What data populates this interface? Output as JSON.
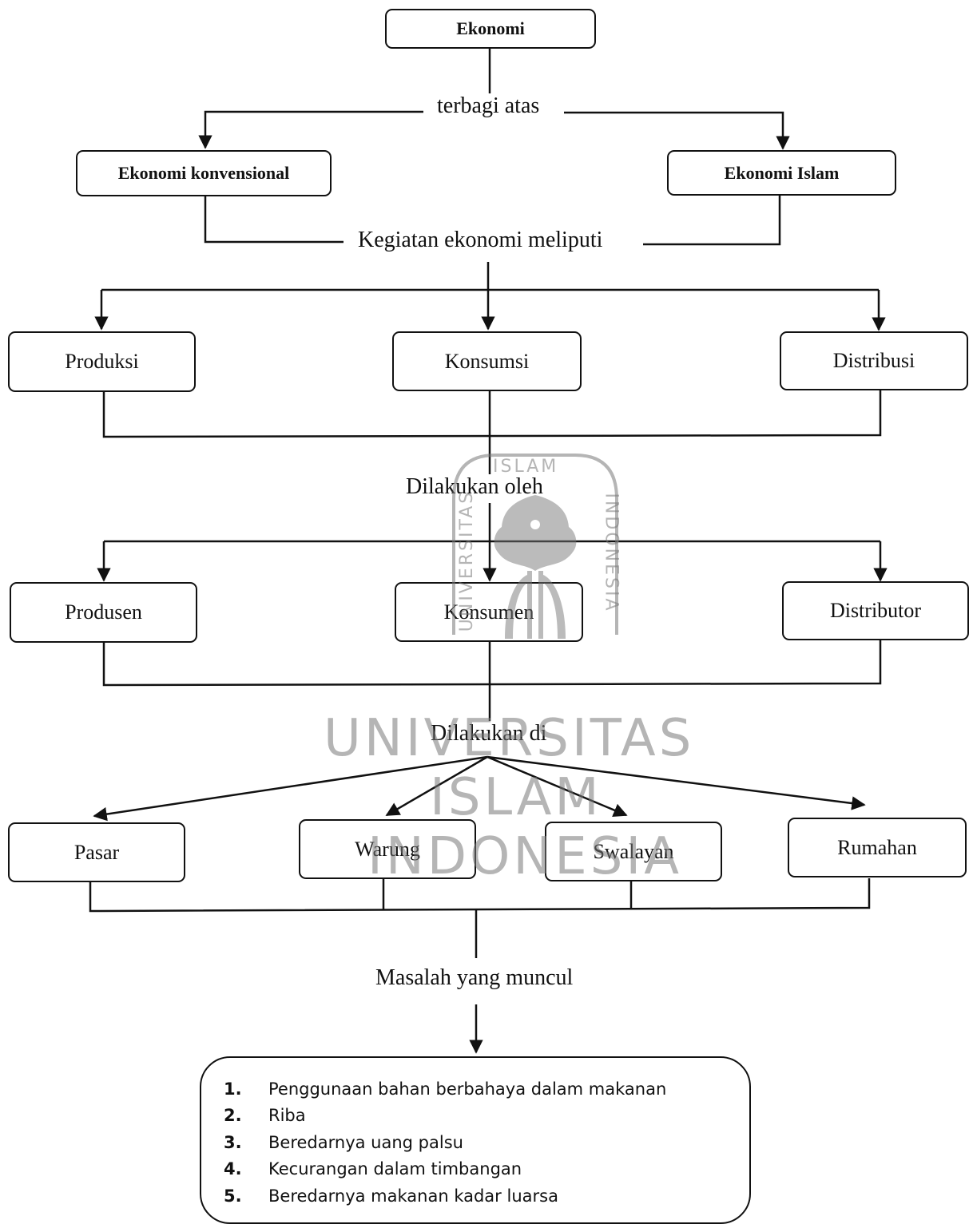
{
  "root": "Ekonomi",
  "split_label": "terbagi atas",
  "types": [
    "Ekonomi konvensional",
    "Ekonomi Islam"
  ],
  "activities_label": "Kegiatan ekonomi meliputi",
  "activities": [
    "Produksi",
    "Konsumsi",
    "Distribusi"
  ],
  "actors_label": "Dilakukan oleh",
  "actors": [
    "Produsen",
    "Konsumen",
    "Distributor"
  ],
  "places_label": "Dilakukan di",
  "places": [
    "Pasar",
    "Warung",
    "Swalayan",
    "Rumahan"
  ],
  "problems_label": "Masalah yang muncul",
  "problems": [
    {
      "num": "1.",
      "text": "Penggunaan bahan berbahaya dalam makanan"
    },
    {
      "num": "2.",
      "text": "Riba"
    },
    {
      "num": "3.",
      "text": "Beredarnya uang palsu"
    },
    {
      "num": "4.",
      "text": "Kecurangan dalam timbangan"
    },
    {
      "num": "5.",
      "text": "Beredarnya makanan kadar luarsa"
    }
  ],
  "watermark": {
    "line1": "UNIVERSITAS",
    "line2": "ISLAM",
    "line3": "INDONESIA",
    "seal_top": "ISLAM",
    "seal_left": "UNIVERSITAS",
    "seal_right": "INDONESIA"
  }
}
